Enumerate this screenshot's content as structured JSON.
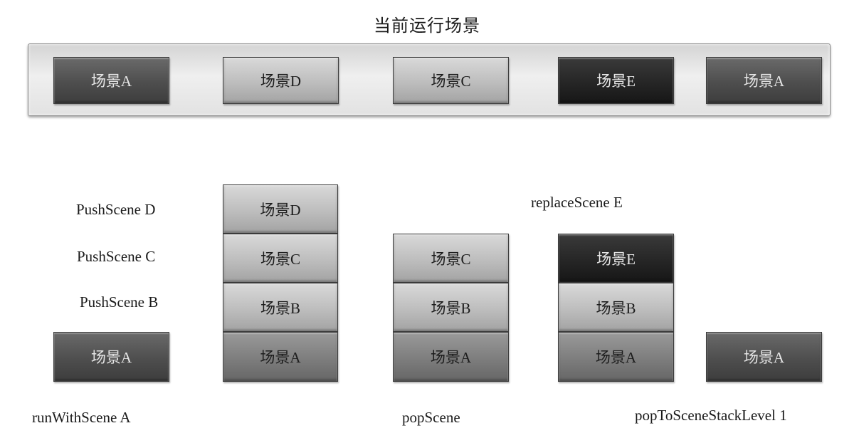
{
  "title": "当前运行场景",
  "running_scenes": [
    "场景A",
    "场景D",
    "场景C",
    "场景E",
    "场景A"
  ],
  "stack1": {
    "scene_a": "场景A",
    "caption": "runWithScene A"
  },
  "stack2": {
    "push_labels": [
      "PushScene D",
      "PushScene C",
      "PushScene B"
    ],
    "scenes": [
      "场景D",
      "场景C",
      "场景B",
      "场景A"
    ]
  },
  "stack3": {
    "scenes": [
      "场景C",
      "场景B",
      "场景A"
    ],
    "caption": "popScene"
  },
  "stack4": {
    "scenes": [
      "场景E",
      "场景B",
      "场景A"
    ],
    "label": "replaceScene E"
  },
  "stack5": {
    "scene_a": "场景A",
    "caption": "popToSceneStackLevel 1"
  }
}
